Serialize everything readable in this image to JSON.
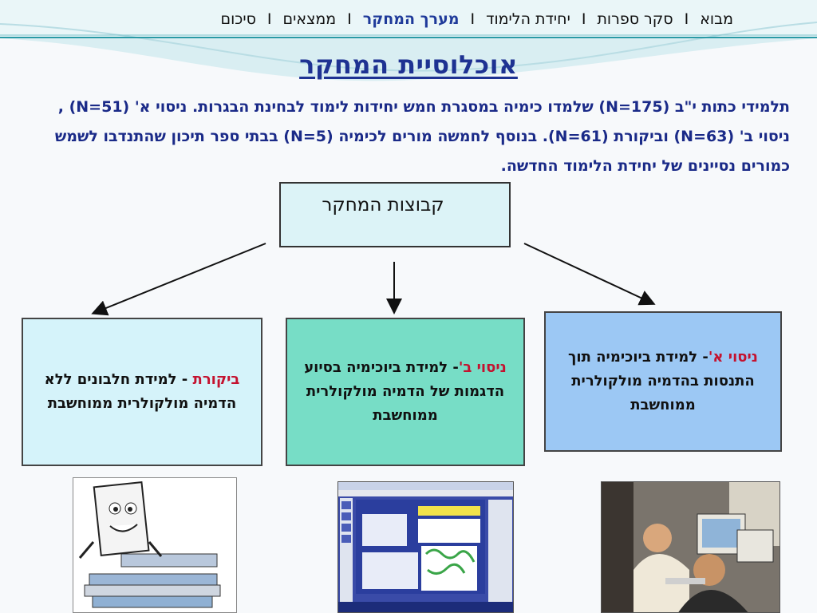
{
  "nav": {
    "items": [
      {
        "label": "מבוא",
        "active": false
      },
      {
        "label": "סקר ספרות",
        "active": false
      },
      {
        "label": "יחידת הלימוד",
        "active": false
      },
      {
        "label": "מערך המחקר",
        "active": true
      },
      {
        "label": "ממצאים",
        "active": false
      },
      {
        "label": "סיכום",
        "active": false
      }
    ],
    "separator": "I"
  },
  "title": "אוכלוסיית המחקר",
  "intro": "תלמידי כתות י\"ב (N=175)  שלמדו כימיה במסגרת חמש יחידות לימוד לבחינת הבגרות. ניסוי א' (N=51) , ניסוי ב' (N=63) וביקורת (N=61). בנוסף לחמשה מורים לכימיה (N=5) בבתי ספר תיכון שהתנדבו לשמש כמורים נסיינים של יחידת הלימוד החדשה.",
  "groups_title": "קבוצות המחקר",
  "cards": {
    "a": {
      "highlight": "ניסוי א'",
      "text": "- למידת ביוכימיה תוך התנסות בהדמיה מולקולרית ממוחשבת"
    },
    "b": {
      "highlight": "ניסוי ב'",
      "text": "- למידת ביוכימיה בסיוע הדגמות של הדמיה מולקולרית ממוחשבת"
    },
    "c": {
      "highlight": "ביקורת",
      "text": " - למידת חלבונים ללא הדמיה מולקולרית ממוחשבת"
    }
  },
  "colors": {
    "accent": "#1e3292",
    "highlight": "#c4122f",
    "card_a": "#9cc8f4",
    "card_b": "#77ddc6",
    "card_c": "#d5f3fa"
  }
}
